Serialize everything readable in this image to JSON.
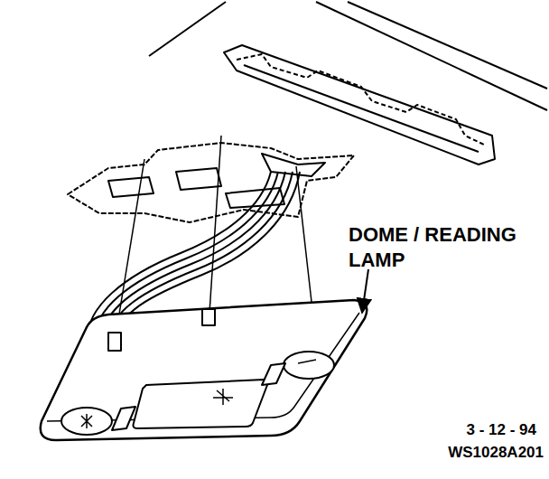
{
  "diagram": {
    "labels": [
      "DOME / READING LAMP",
      "3 - 12 - 94",
      "WS1028A201"
    ]
  }
}
